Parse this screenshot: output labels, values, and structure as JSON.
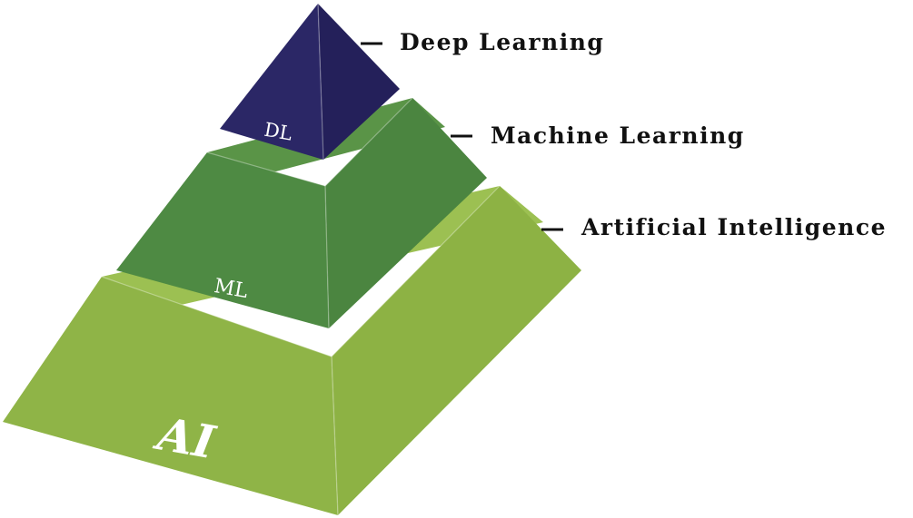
{
  "callouts": {
    "deep_learning": "Deep Learning",
    "machine_learning": "Machine Learning",
    "artificial_intelligence": "Artificial Intelligence"
  },
  "face_labels": {
    "dl": "DL",
    "ml": "ML",
    "ai": "AI"
  },
  "colors": {
    "dl_front": "#2b2766",
    "dl_side": "#24205a",
    "ml_top": "#5a9447",
    "ml_front": "#4e8a43",
    "ml_side": "#4b8540",
    "ai_top": "#9cc052",
    "ai_front": "#8fb447",
    "ai_side": "#8db244"
  }
}
